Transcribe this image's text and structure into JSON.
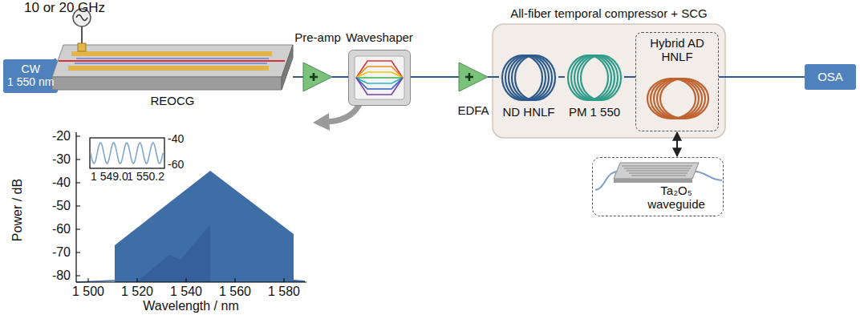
{
  "diagram": {
    "nodes": [
      {
        "text": [
          "CW 1 550 nm"
        ]
      },
      {
        "text": [
          "REOCG"
        ]
      },
      {
        "text": [
          "Pre-amp"
        ]
      },
      {
        "text": [
          "Waveshaper"
        ]
      },
      {
        "text": [
          "EDFA"
        ]
      },
      {
        "text": [
          "All-fiber temporal compressor + SCG"
        ]
      },
      {
        "text": [
          "ND HNLF"
        ],
        "in": 5
      },
      {
        "text": [
          "PM 1 550"
        ],
        "in": 5
      },
      {
        "text": [
          "Hybrid AD HNLF"
        ],
        "in": 5
      },
      {
        "text": [
          "Ta₂O₅ waveguide"
        ]
      },
      {
        "text": [
          "OSA"
        ]
      }
    ],
    "edges": [
      {
        "from": 0,
        "to": 1,
        "arrow": "none"
      },
      {
        "from": 1,
        "to": 2,
        "arrow": "none"
      },
      {
        "from": 2,
        "to": 3,
        "arrow": "none"
      },
      {
        "from": 3,
        "to": 4,
        "arrow": "none"
      },
      {
        "from": 4,
        "to": 6,
        "arrow": "none"
      },
      {
        "from": 6,
        "to": 7,
        "arrow": "none"
      },
      {
        "from": 7,
        "to": 8,
        "arrow": "none"
      },
      {
        "from": 8,
        "to": 10,
        "arrow": "none"
      },
      {
        "from": 8,
        "to": 9,
        "arrow": "both"
      }
    ],
    "labels": [
      "10 or 20 GHz",
      "-20",
      "-30",
      "-40",
      "-50",
      "-60",
      "-70",
      "-80",
      "1 500",
      "1 520",
      "1 540",
      "1 560",
      "1 580",
      "Power / dB",
      "Wavelength / nm",
      "-40",
      "-60",
      "1 549.0",
      "1 550.2"
    ]
  }
}
